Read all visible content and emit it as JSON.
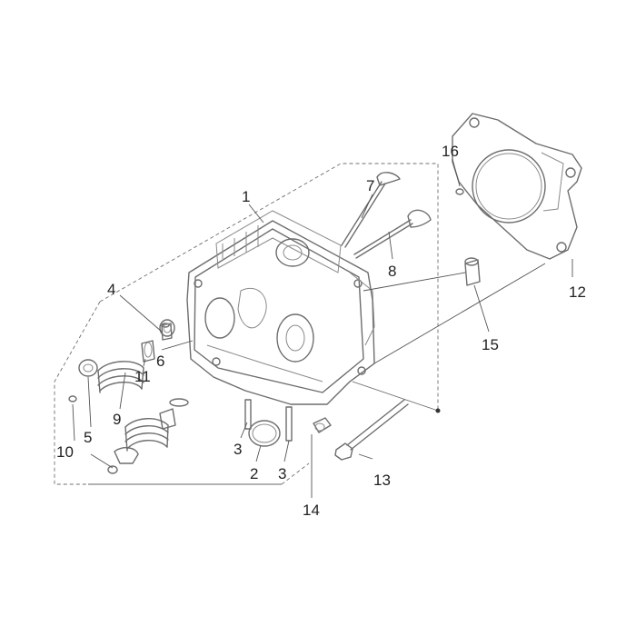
{
  "diagram": {
    "callouts": [
      {
        "id": "c1",
        "text": "1"
      },
      {
        "id": "c2",
        "text": "2"
      },
      {
        "id": "c3a",
        "text": "3"
      },
      {
        "id": "c3b",
        "text": "3"
      },
      {
        "id": "c4",
        "text": "4"
      },
      {
        "id": "c5",
        "text": "5"
      },
      {
        "id": "c6",
        "text": "6"
      },
      {
        "id": "c7",
        "text": "7"
      },
      {
        "id": "c8",
        "text": "8"
      },
      {
        "id": "c9",
        "text": "9"
      },
      {
        "id": "c10",
        "text": "10"
      },
      {
        "id": "c11",
        "text": "11"
      },
      {
        "id": "c12",
        "text": "12"
      },
      {
        "id": "c13",
        "text": "13"
      },
      {
        "id": "c14",
        "text": "14"
      },
      {
        "id": "c15",
        "text": "15"
      },
      {
        "id": "c16",
        "text": "16"
      }
    ]
  }
}
